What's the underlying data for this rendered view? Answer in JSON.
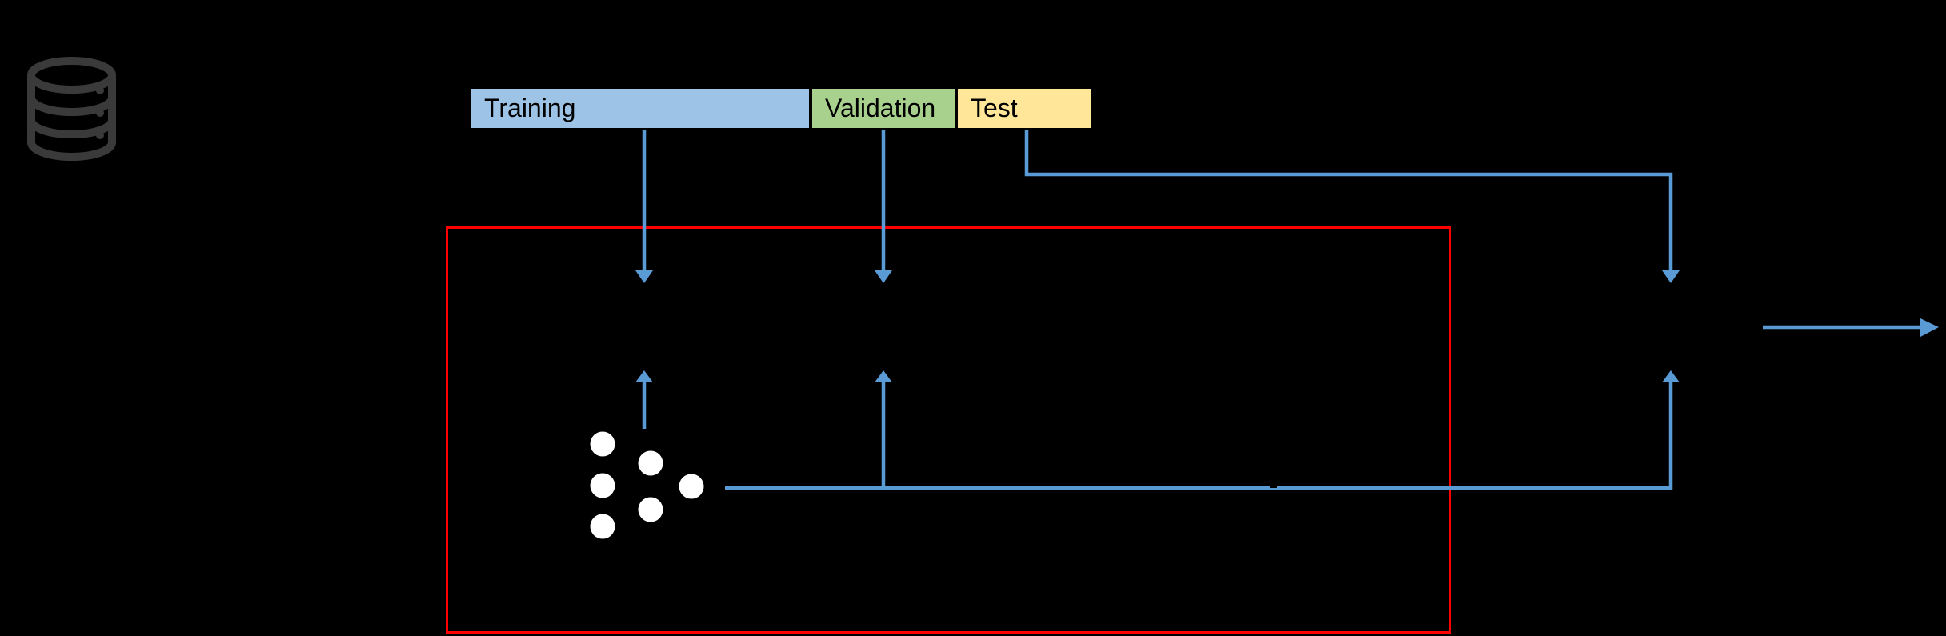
{
  "bar": {
    "segments": [
      {
        "label": "Training",
        "fill": "#9DC3E6"
      },
      {
        "label": "Validation",
        "fill": "#A9D18E"
      },
      {
        "label": "Test",
        "fill": "#FFE699"
      }
    ],
    "border_color": "#000000",
    "text_color": "#000000"
  },
  "colors": {
    "arrow": "#5B9BD5",
    "loop_rect": "#FF0000",
    "node_dot": "#FFFFFF",
    "database_icon": "#3A3A3A",
    "background": "#000000"
  },
  "icons": {
    "database": "database-icon",
    "neural_network": "neural-network-nodes-icon"
  },
  "network": {
    "layer_sizes": [
      3,
      2,
      1
    ],
    "node_count": 6
  }
}
